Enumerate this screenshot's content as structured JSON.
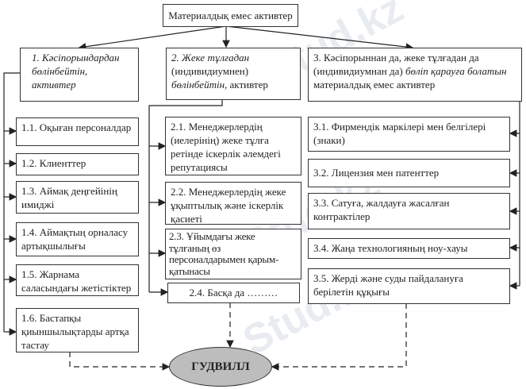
{
  "title": "Материалдық емес активтер",
  "watermark": "Stud.kz",
  "categories": [
    {
      "num": "1.",
      "text": "Кәсіпорындардан бөлінбейтін, активтер"
    },
    {
      "num": "2.",
      "text_italic": "Жеке тұлғадан",
      "text_normal": "(индивидиумнен)",
      "text_italic2": "бөлінбейтін,",
      "text_end": "активтер"
    },
    {
      "num": "3.",
      "text_normal": "Кәсіпорыннан да, жеке тұлғадан да (индивидиумнан да)",
      "text_italic": "бөліп қарауға болатын",
      "text_end": "материалдық емес активтер"
    }
  ],
  "group1": [
    "1.1. Оқыған персоналдар",
    "1.2. Клиенттер",
    "1.3. Аймақ деңгейінің имиджі",
    "1.4. Аймақтың орналасу артықшылығы",
    "1.5. Жарнама саласындағы жетістіктер",
    "1.6. Бастапқы қиыншылықтарды артқа тастау"
  ],
  "group2": [
    "2.1. Менеджерлердің (иелерінің) жеке тұлға ретінде іскерлік әлемдегі репутациясы",
    "2.2. Менеджерлердің жеке ұқыптылық және іскерлік қасиеті",
    "2.3. Ұйымдағы жеке тұлғаның өз персоналдарымен қарым-қатынасы",
    "2.4. Басқа да ………"
  ],
  "group3": [
    "3.1. Фирмендік маркілері мен белгілері (знаки)",
    "3.2. Лицензия мен патенттер",
    "3.3. Сатуға, жалдауға жасалған контрактілер",
    "3.4. Жаңа технологияның ноу-хауы",
    "3.5. Жерді және суды пайдалануға берілетін құқығы"
  ],
  "result": "ГУДВИЛЛ"
}
